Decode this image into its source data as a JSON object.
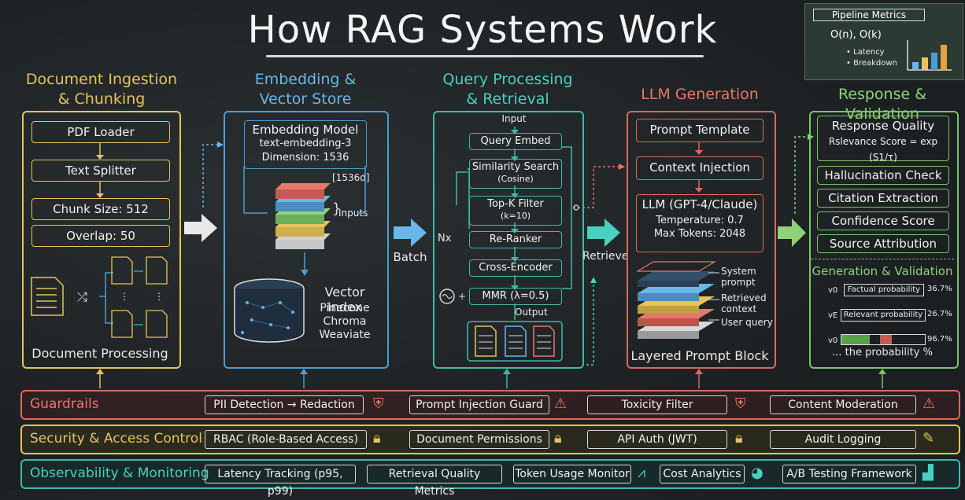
{
  "title": "How RAG Systems Work",
  "metrics_card": {
    "title": "Pipeline Metrics",
    "complexity": "O(n), O(k)",
    "items": [
      "Latency",
      "Breakdown"
    ]
  },
  "ingestion": {
    "title_line1": "Document Ingestion",
    "title_line2": "& Chunking",
    "steps": [
      "PDF Loader",
      "Text Splitter",
      "Chunk Size: 512",
      "Overlap: 50"
    ],
    "footer": "Document Processing"
  },
  "embedding": {
    "title_line1": "Embedding &",
    "title_line2": "Vector Store",
    "model_title": "Embedding Model",
    "model_name": "text-embedding-3",
    "model_dim": "Dimension: 1536",
    "dim_tag": "[1536d]",
    "inputs_label": "Inputs",
    "index_title": "Vector Index",
    "index_options": [
      "Pinecone",
      "Chroma",
      "Weaviate"
    ]
  },
  "flow_labels": {
    "batch": "Batch",
    "retrieve": "Retrieve",
    "nx": "Nx"
  },
  "query": {
    "title_line1": "Query Processing",
    "title_line2": "& Retrieval",
    "input_label": "Input",
    "output_label": "Output",
    "steps": [
      {
        "label": "Query Embed",
        "sub": ""
      },
      {
        "label": "Similarity Search",
        "sub": "(Cosine)"
      },
      {
        "label": "Top-K Filter",
        "sub": "(k=10)"
      },
      {
        "label": "Re-Ranker",
        "sub": ""
      },
      {
        "label": "Cross-Encoder",
        "sub": ""
      },
      {
        "label": "MMR (λ=0.5)",
        "sub": ""
      }
    ]
  },
  "llm": {
    "title": "LLM Generation",
    "steps": [
      "Prompt Template",
      "Context Injection"
    ],
    "model_title": "LLM (GPT-4/Claude)",
    "temperature": "Temperature: 0.7",
    "max_tokens": "Max Tokens: 2048",
    "layers": [
      "System prompt",
      "Retrieved context",
      "User query"
    ],
    "footer": "Layered Prompt Block"
  },
  "response": {
    "title": "Response & Validation",
    "quality_title": "Response Quality",
    "quality_formula": "Rslevance Score = exp (S1/τ)",
    "checks": [
      "Hallucination Check",
      "Citation Extraction",
      "Confidence Score",
      "Source Attribution"
    ],
    "gen_title": "Generation & Validation",
    "probs": [
      {
        "sym": "v0",
        "label": "Factual probability",
        "value": "36.7%"
      },
      {
        "sym": "vE",
        "label": "Relevant probability",
        "value": "26.7%"
      },
      {
        "sym": "v0",
        "label": "",
        "value": "96.7%"
      }
    ],
    "footer": "... the probability %"
  },
  "guardrails": {
    "label": "Guardrails",
    "items": [
      "PII Detection → Redaction",
      "Prompt Injection Guard",
      "Toxicity Filter",
      "Content Moderation"
    ]
  },
  "security": {
    "label": "Security & Access Control",
    "items": [
      "RBAC (Role-Based Access)",
      "Document Permissions",
      "API Auth (JWT)",
      "Audit Logging"
    ]
  },
  "observability": {
    "label": "Observability & Monitoring",
    "items": [
      "Latency Tracking (p95, p99)",
      "Retrieval Quality Metrics",
      "Token Usage Monitor",
      "Cost Analytics",
      "A/B Testing Framework"
    ]
  },
  "colors": {
    "yellow": "#e6c35c",
    "blue": "#4c9dd3",
    "teal": "#3fb9ab",
    "red": "#d96a5e",
    "green": "#7bc46a"
  }
}
